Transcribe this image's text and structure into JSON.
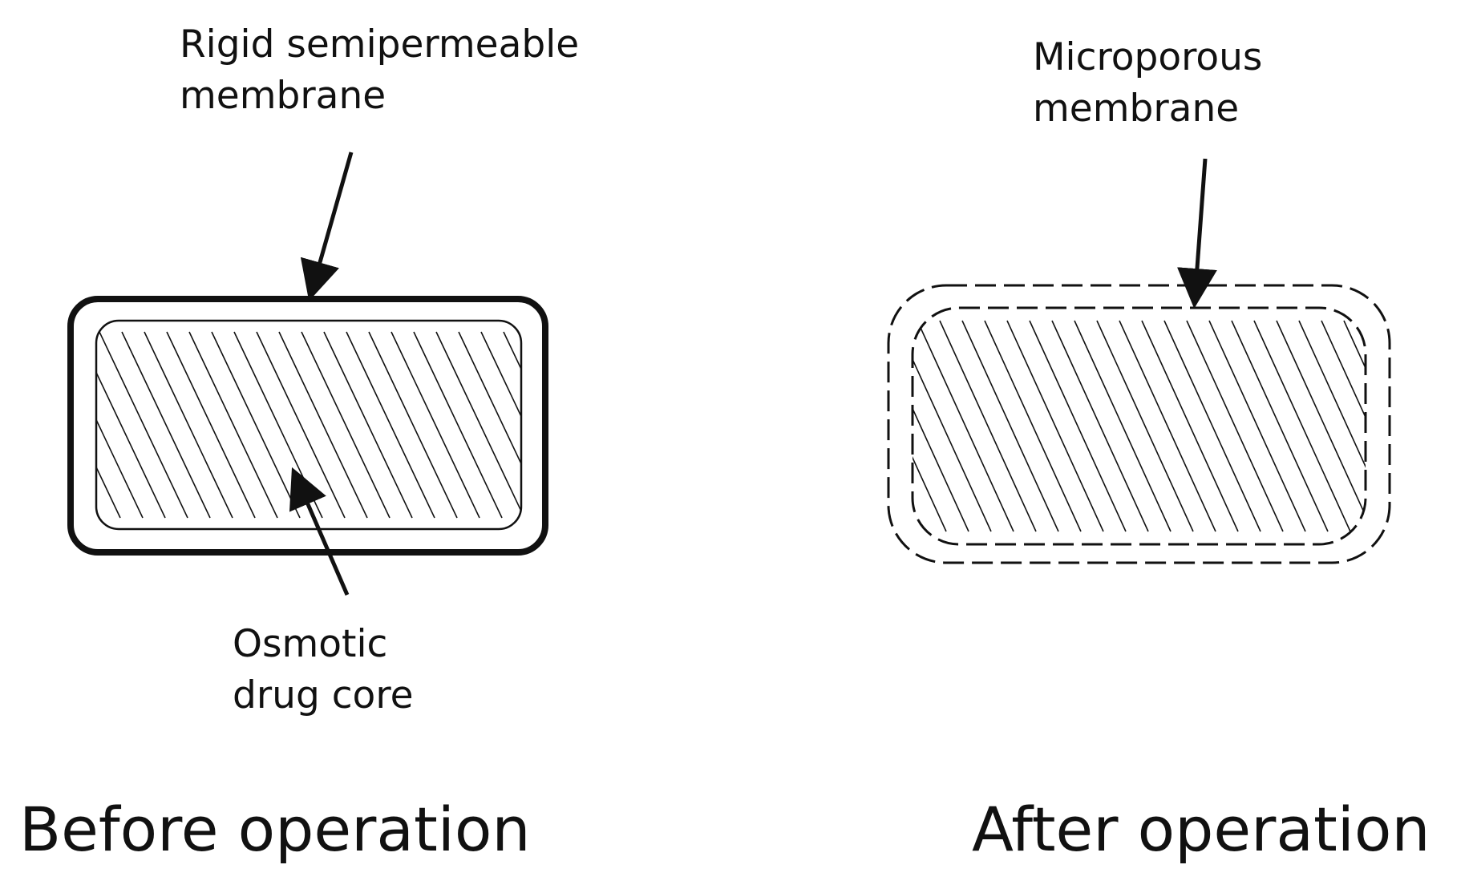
{
  "before": {
    "membrane_label": "Rigid semipermeable\nmembrane",
    "core_label": "Osmotic\ndrug core",
    "caption": "Before operation"
  },
  "after": {
    "membrane_label": "Microporous\nmembrane",
    "caption": "After operation"
  },
  "colors": {
    "ink": "#111111",
    "background": "#ffffff"
  }
}
